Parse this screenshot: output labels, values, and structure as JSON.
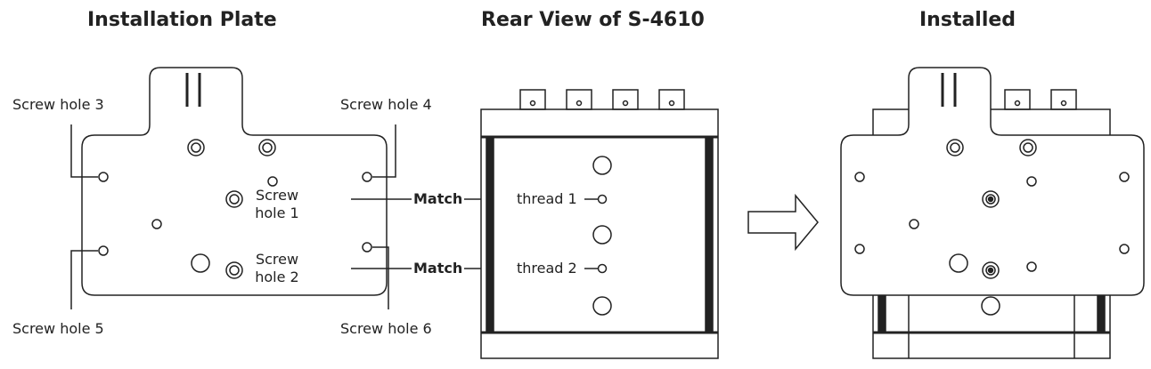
{
  "titles": {
    "plate": "Installation Plate",
    "rear": "Rear View of S-4610",
    "installed": "Installed"
  },
  "plate_labels": {
    "hole3": "Screw hole 3",
    "hole4": "Screw hole 4",
    "hole5": "Screw hole 5",
    "hole6": "Screw hole 6",
    "hole1_line1": "Screw",
    "hole1_line2": "hole 1",
    "hole2_line1": "Screw",
    "hole2_line2": "hole 2"
  },
  "match": {
    "match1": "Match",
    "match2": "Match",
    "thread1": "thread 1",
    "thread2": "thread 2"
  },
  "icons": {
    "arrow": "right-arrow-icon"
  }
}
